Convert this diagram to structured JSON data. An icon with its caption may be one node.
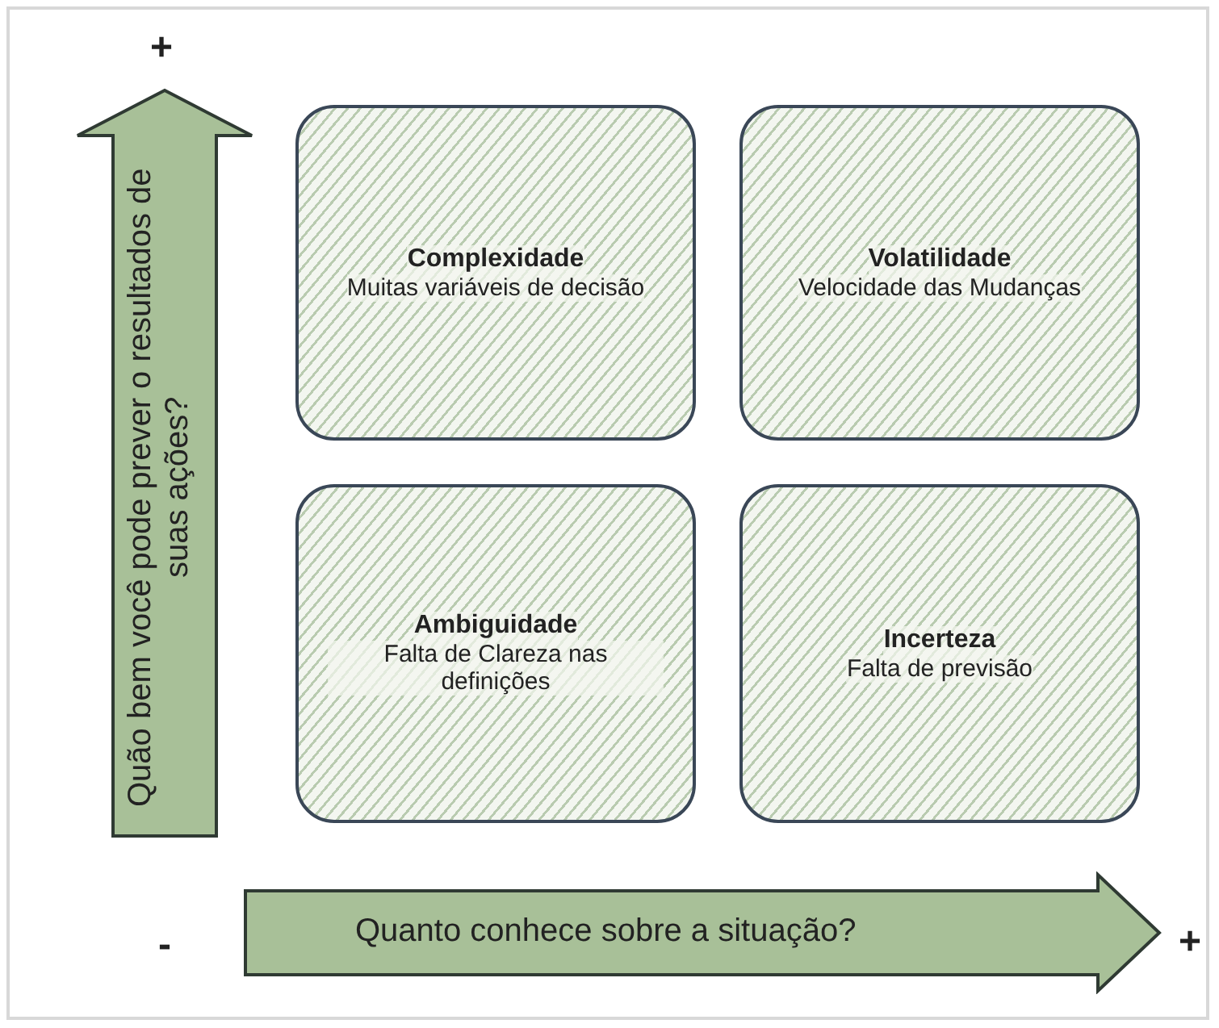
{
  "diagram": {
    "nodes": [
      {
        "text": [
          "Quão bem você pode prever o resultados de suas ações?"
        ]
      },
      {
        "text": [
          "Complexidade",
          "Muitas variáveis de decisão"
        ]
      },
      {
        "text": [
          "Volatilidade",
          "Velocidade das Mudanças"
        ]
      },
      {
        "text": [
          "Ambiguidade",
          "Falta de Clareza nas definições"
        ]
      },
      {
        "text": [
          "Incerteza",
          "Falta de previsão"
        ]
      },
      {
        "text": [
          "Quanto conhece sobre a situação?"
        ]
      }
    ],
    "labels": [
      "+",
      "-",
      "+"
    ]
  }
}
